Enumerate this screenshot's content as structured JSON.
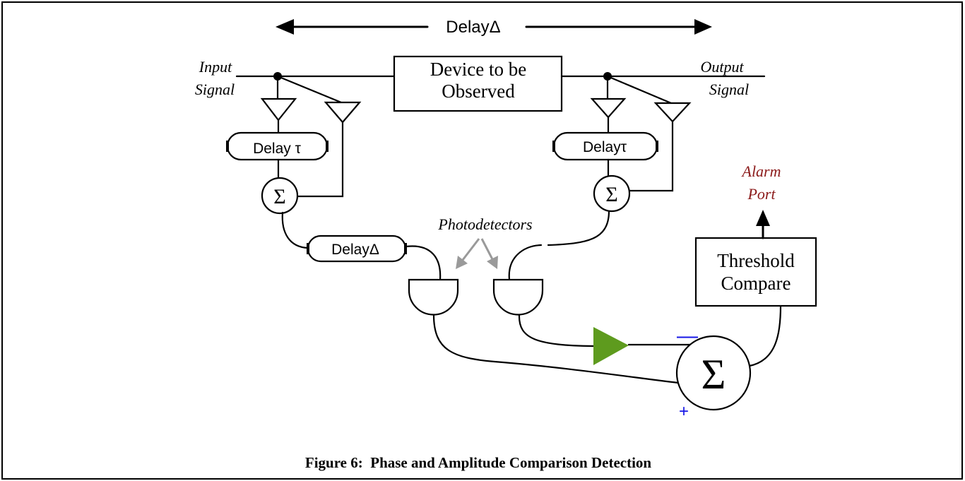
{
  "figure": {
    "caption": "Figure 6:  Phase and Amplitude Comparison Detection"
  },
  "labels": {
    "top_delay": "DelayΔ",
    "input_line1": "Input",
    "input_line2": "Signal",
    "output_line1": "Output",
    "output_line2": "Signal",
    "device_line1": "Device to be",
    "device_line2": "Observed",
    "left_delay_tau": "Delay τ",
    "right_delay_tau": "Delayτ",
    "delay_delta": "DelayΔ",
    "sum_left": "Σ",
    "sum_right": "Σ",
    "sum_main": "Σ",
    "photodetectors": "Photodetectors",
    "minus_sign": "—",
    "plus_sign": "+",
    "threshold_line1": "Threshold",
    "threshold_line2": "Compare",
    "alarm_line1": "Alarm",
    "alarm_line2": "Port"
  },
  "colors": {
    "line": "#000000",
    "amplifier": "#5e9b1e",
    "sign": "#1515e6",
    "alarm_text": "#8b1a1a",
    "pointer_arrows": "#9a9a9a"
  }
}
